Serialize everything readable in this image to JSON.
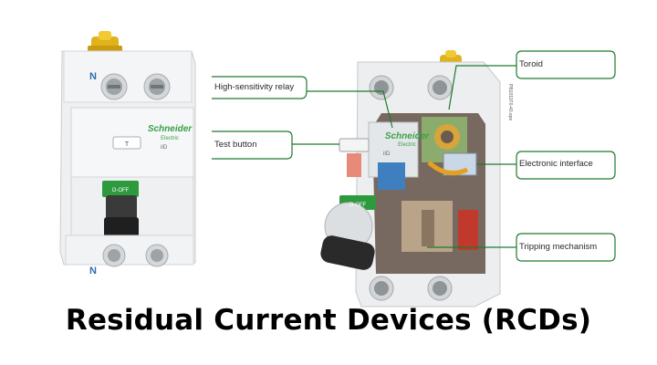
{
  "title": "Residual Current Devices (RCDs)",
  "callouts": [
    {
      "id": "toroid",
      "label": "Toroid"
    },
    {
      "id": "relay",
      "label": "High-sensitivity relay"
    },
    {
      "id": "test-button",
      "label": "Test button"
    },
    {
      "id": "electronic-interface",
      "label": "Electronic interface"
    },
    {
      "id": "tripping-mechanism",
      "label": "Tripping mechanism"
    }
  ],
  "device_left": {
    "brand": "Schneider",
    "brand_sub": "Electric",
    "model": "iID",
    "terminal_top": "N",
    "terminal_bottom": "N",
    "switch_label": "O-OFF"
  },
  "device_right": {
    "brand": "Schneider",
    "brand_sub": "Electric",
    "model": "iID",
    "switch_label": "O-OFF",
    "side_code": "PB101970-40.eps"
  },
  "colors": {
    "green_brand": "#3aa046",
    "callout_line": "#1f7a2e",
    "toggle": "#2b2b2b",
    "screw_cap": "#e0b21c"
  }
}
